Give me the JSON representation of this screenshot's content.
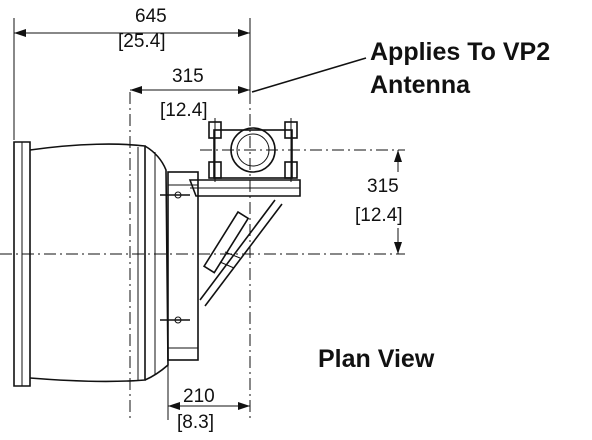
{
  "drawing": {
    "dimensions": {
      "overall_width": {
        "mm": "645",
        "in": "[25.4]"
      },
      "bracket_offset": {
        "mm": "315",
        "in": "[12.4]"
      },
      "vertical_offset": {
        "mm": "315",
        "in": "[12.4]"
      },
      "bottom_offset": {
        "mm": "210",
        "in": "[8.3]"
      }
    },
    "callout": {
      "line1": "Applies To VP2",
      "line2": "Antenna"
    },
    "view_label": "Plan View"
  }
}
